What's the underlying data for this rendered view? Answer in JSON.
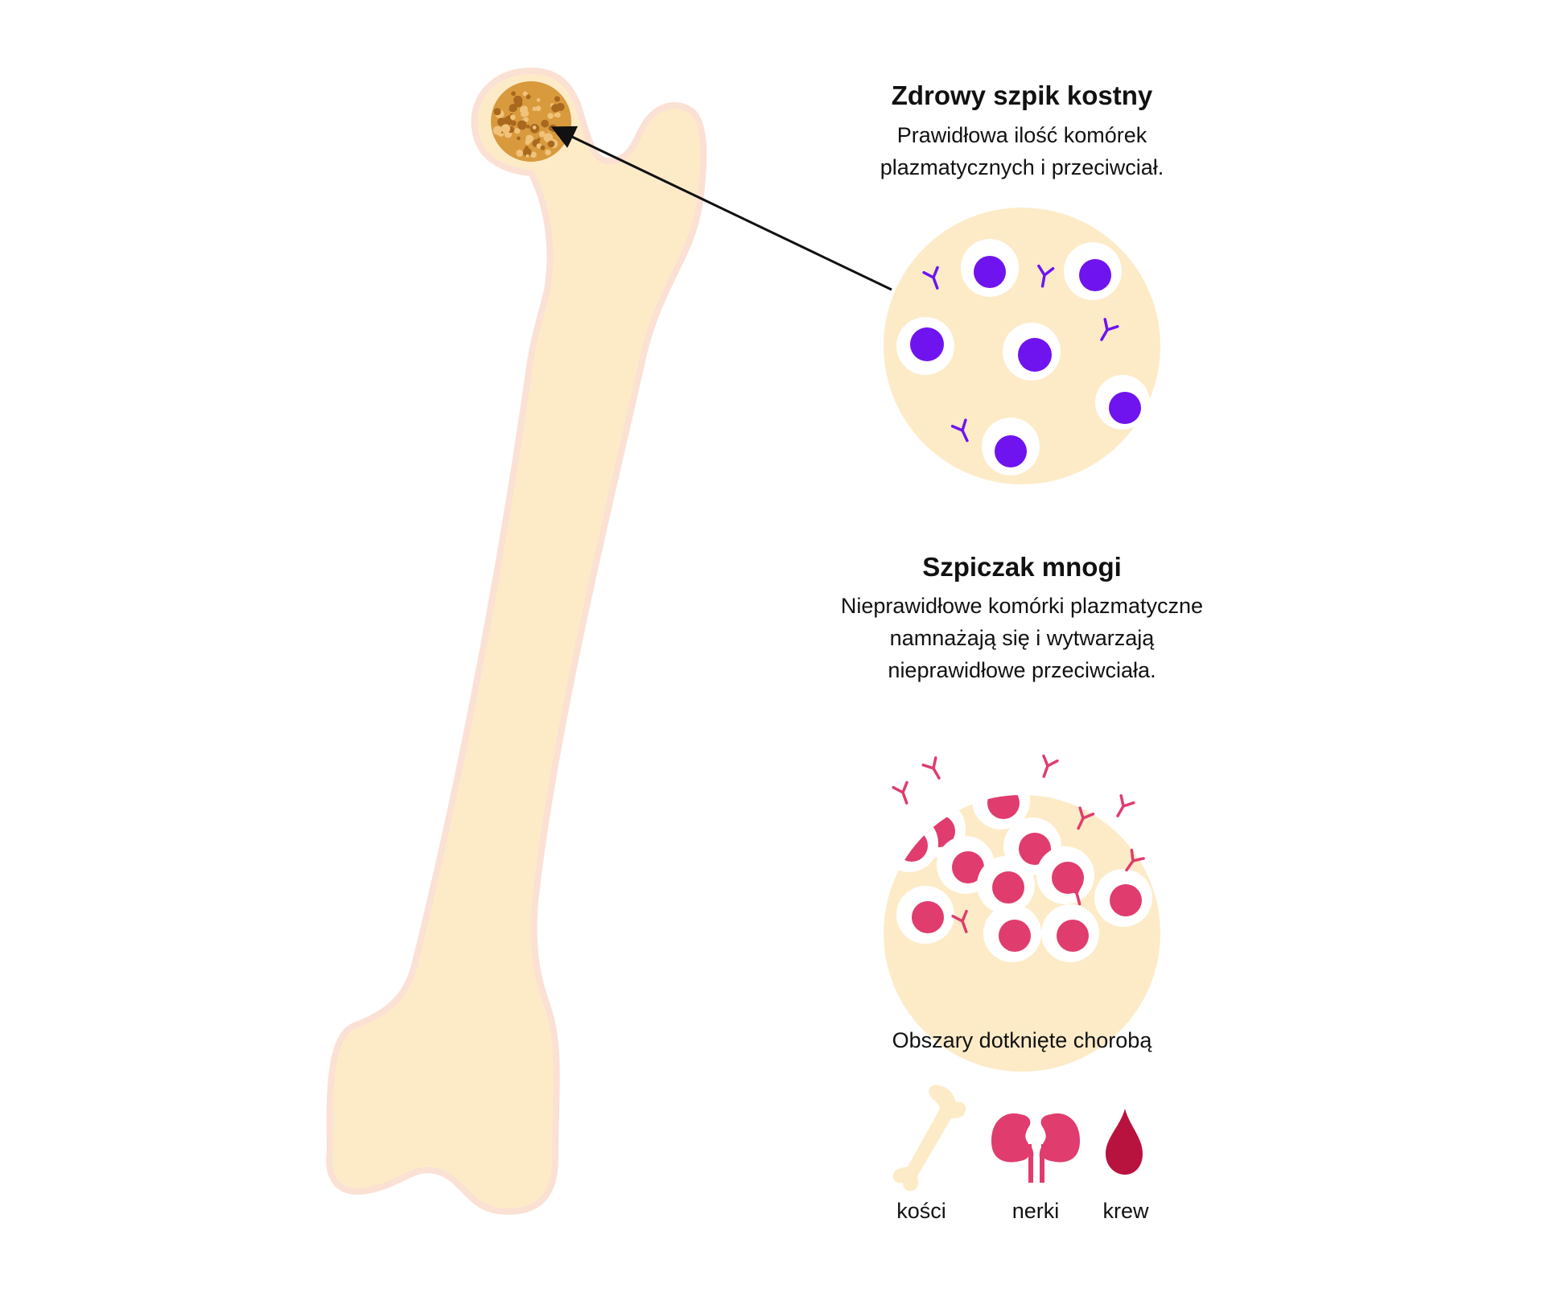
{
  "healthy": {
    "title": "Zdrowy szpik kostny",
    "description_lines": [
      "Prawidłowa ilość komórek",
      "plazmatycznych i przeciwciał."
    ]
  },
  "myeloma": {
    "title": "Szpiczak mnogi",
    "description_lines": [
      "Nieprawidłowe komórki plazmatyczne",
      "namnażają się i wytwarzają",
      "nieprawidłowe przeciwciała."
    ]
  },
  "affected": {
    "heading": "Obszary dotknięte chorobą",
    "items": [
      {
        "label": "kości",
        "icon": "bone-icon"
      },
      {
        "label": "nerki",
        "icon": "kidneys-icon"
      },
      {
        "label": "krew",
        "icon": "blood-drop-icon"
      }
    ]
  },
  "colors": {
    "bone": "#fdebc8",
    "bone_outline": "#fbe0d4",
    "marrow": "#d89a3c",
    "healthy_cell": "#6f14ef",
    "myeloma_cell": "#e03c6e",
    "blood": "#b8123e",
    "kidney": "#e03c6e"
  }
}
